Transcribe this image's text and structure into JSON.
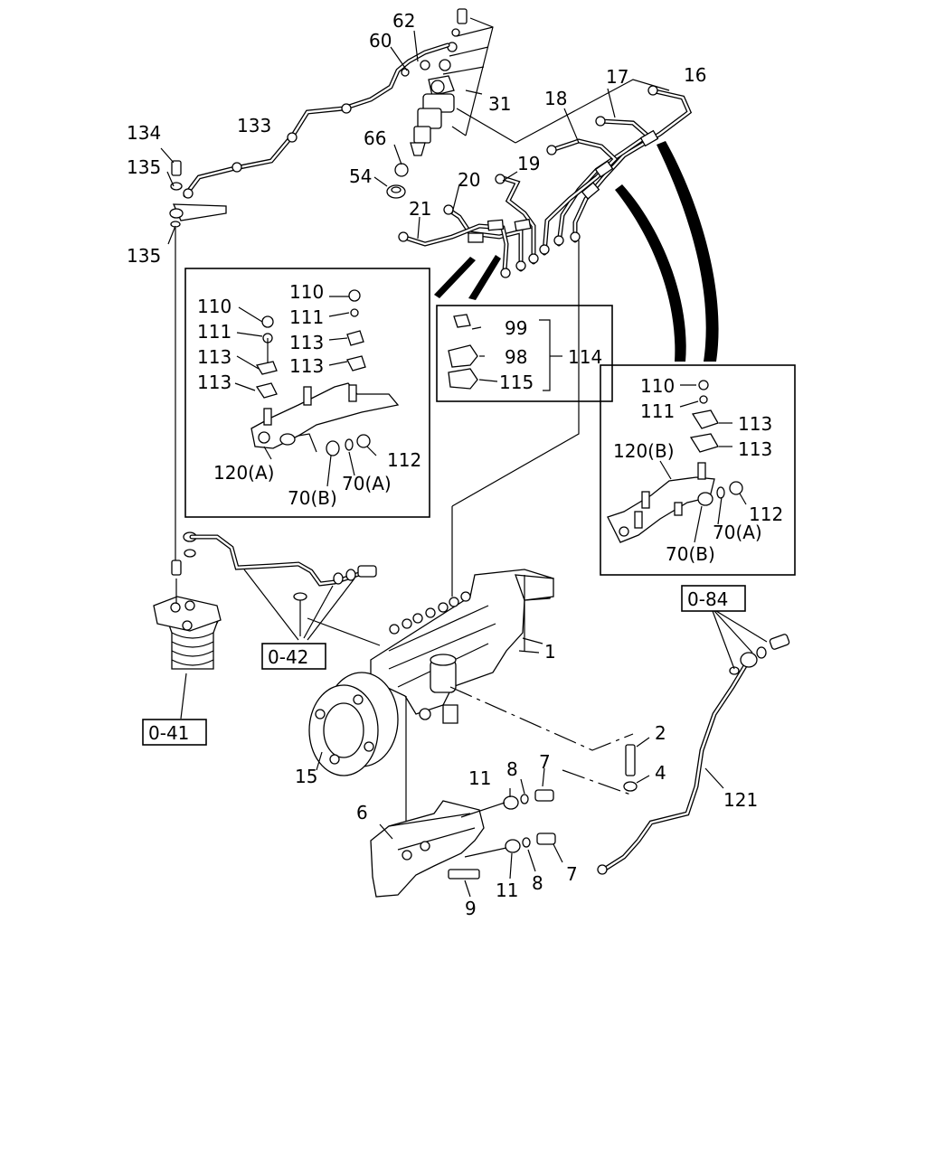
{
  "callouts": [
    {
      "id": "c62",
      "text": "62"
    },
    {
      "id": "c60",
      "text": "60"
    },
    {
      "id": "c31",
      "text": "31"
    },
    {
      "id": "c17",
      "text": "17"
    },
    {
      "id": "c16",
      "text": "16"
    },
    {
      "id": "c18",
      "text": "18"
    },
    {
      "id": "c134",
      "text": "134"
    },
    {
      "id": "c133",
      "text": "133"
    },
    {
      "id": "c135a",
      "text": "135"
    },
    {
      "id": "c135b",
      "text": "135"
    },
    {
      "id": "c66",
      "text": "66"
    },
    {
      "id": "c54",
      "text": "54"
    },
    {
      "id": "c20",
      "text": "20"
    },
    {
      "id": "c19",
      "text": "19"
    },
    {
      "id": "c21",
      "text": "21"
    },
    {
      "id": "c110a",
      "text": "110"
    },
    {
      "id": "c111a",
      "text": "111"
    },
    {
      "id": "c113a",
      "text": "113"
    },
    {
      "id": "c113b",
      "text": "113"
    },
    {
      "id": "c110b",
      "text": "110"
    },
    {
      "id": "c111b",
      "text": "111"
    },
    {
      "id": "c113c",
      "text": "113"
    },
    {
      "id": "c113d",
      "text": "113"
    },
    {
      "id": "c120a",
      "text": "120(A)"
    },
    {
      "id": "c112a",
      "text": "112"
    },
    {
      "id": "c70b_a",
      "text": "70(B)"
    },
    {
      "id": "c70a_a",
      "text": "70(A)"
    },
    {
      "id": "c99",
      "text": "99"
    },
    {
      "id": "c98",
      "text": "98"
    },
    {
      "id": "c114",
      "text": "114"
    },
    {
      "id": "c115",
      "text": "115"
    },
    {
      "id": "c110c",
      "text": "110"
    },
    {
      "id": "c111c",
      "text": "111"
    },
    {
      "id": "c113e",
      "text": "113"
    },
    {
      "id": "c113f",
      "text": "113"
    },
    {
      "id": "c120b",
      "text": "120(B)"
    },
    {
      "id": "c112b",
      "text": "112"
    },
    {
      "id": "c70a_b",
      "text": "70(A)"
    },
    {
      "id": "c70b_b",
      "text": "70(B)"
    },
    {
      "id": "c1",
      "text": "1"
    },
    {
      "id": "c2",
      "text": "2"
    },
    {
      "id": "c4",
      "text": "4"
    },
    {
      "id": "c121",
      "text": "121"
    },
    {
      "id": "c15",
      "text": "15"
    },
    {
      "id": "c11a",
      "text": "11"
    },
    {
      "id": "c8a",
      "text": "8"
    },
    {
      "id": "c7a",
      "text": "7"
    },
    {
      "id": "c6",
      "text": "6"
    },
    {
      "id": "c11b",
      "text": "11"
    },
    {
      "id": "c8b",
      "text": "8"
    },
    {
      "id": "c7b",
      "text": "7"
    },
    {
      "id": "c9",
      "text": "9"
    }
  ],
  "references": [
    {
      "id": "r084",
      "text": "0-84"
    },
    {
      "id": "r042",
      "text": "0-42"
    },
    {
      "id": "r041",
      "text": "0-41"
    }
  ]
}
